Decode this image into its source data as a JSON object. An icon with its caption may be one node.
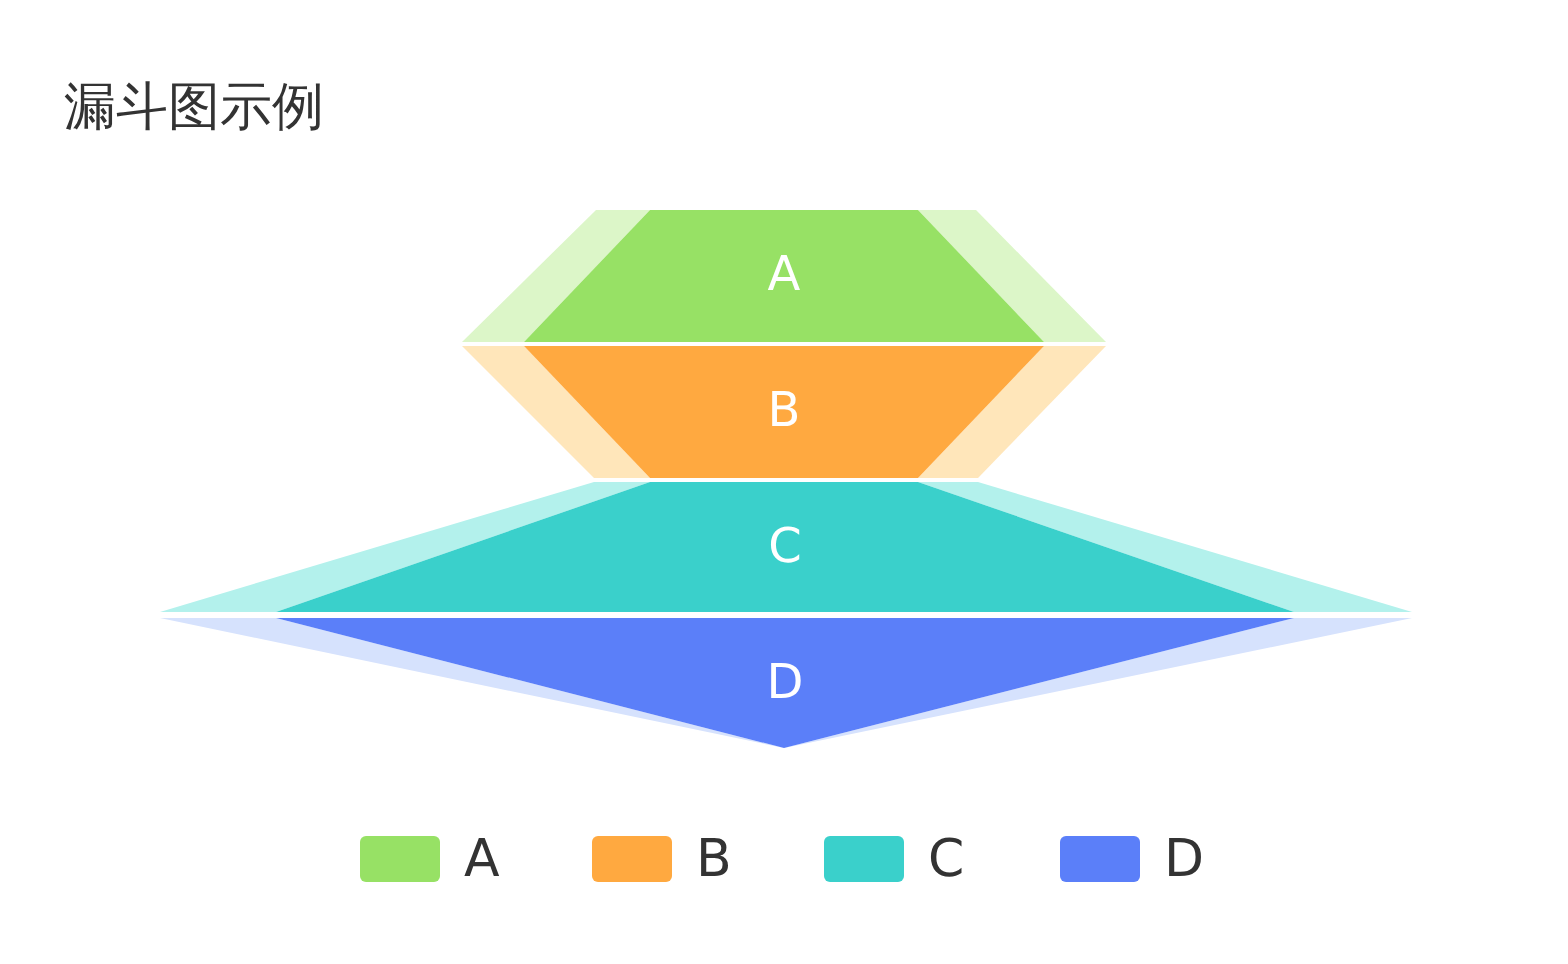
{
  "diagram": {
    "title": "漏斗图示例",
    "nodes": [
      {
        "text": [
          "A"
        ]
      },
      {
        "text": [
          "B"
        ]
      },
      {
        "text": [
          "C"
        ]
      },
      {
        "text": [
          "D"
        ]
      }
    ],
    "legend": [
      {
        "text": "A",
        "color": "#97e165"
      },
      {
        "text": "B",
        "color": "#ffa940"
      },
      {
        "text": "C",
        "color": "#3ad0cb"
      },
      {
        "text": "D",
        "color": "#5b7ff9"
      }
    ]
  }
}
